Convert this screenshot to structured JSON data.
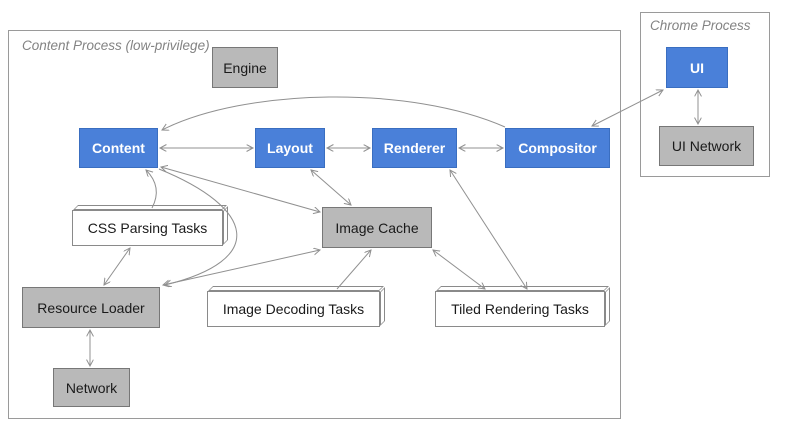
{
  "diagram": {
    "containers": {
      "content_process": {
        "label": "Content Process (low-privilege)"
      },
      "chrome_process": {
        "label": "Chrome Process"
      }
    },
    "nodes": {
      "engine": {
        "label": "Engine",
        "style": "gray"
      },
      "content": {
        "label": "Content",
        "style": "blue"
      },
      "layout": {
        "label": "Layout",
        "style": "blue"
      },
      "renderer": {
        "label": "Renderer",
        "style": "blue"
      },
      "compositor": {
        "label": "Compositor",
        "style": "blue"
      },
      "ui": {
        "label": "UI",
        "style": "blue"
      },
      "ui_network": {
        "label": "UI Network",
        "style": "gray"
      },
      "css_parsing_tasks": {
        "label": "CSS Parsing Tasks",
        "style": "task3d"
      },
      "image_cache": {
        "label": "Image Cache",
        "style": "gray"
      },
      "resource_loader": {
        "label": "Resource Loader",
        "style": "gray"
      },
      "network": {
        "label": "Network",
        "style": "gray"
      },
      "image_decoding_tasks": {
        "label": "Image Decoding Tasks",
        "style": "task3d"
      },
      "tiled_rendering_tasks": {
        "label": "Tiled Rendering Tasks",
        "style": "task3d"
      }
    },
    "edges": [
      {
        "from": "content",
        "to": "layout",
        "bidirectional": true
      },
      {
        "from": "layout",
        "to": "renderer",
        "bidirectional": true
      },
      {
        "from": "renderer",
        "to": "compositor",
        "bidirectional": true
      },
      {
        "from": "compositor",
        "to": "content",
        "bidirectional": false
      },
      {
        "from": "compositor",
        "to": "ui",
        "bidirectional": true
      },
      {
        "from": "ui",
        "to": "ui_network",
        "bidirectional": true
      },
      {
        "from": "content",
        "to": "image_cache",
        "bidirectional": true
      },
      {
        "from": "css_parsing_tasks",
        "to": "content",
        "bidirectional": false
      },
      {
        "from": "css_parsing_tasks",
        "to": "resource_loader",
        "bidirectional": true
      },
      {
        "from": "content",
        "to": "resource_loader",
        "bidirectional": false
      },
      {
        "from": "resource_loader",
        "to": "image_cache",
        "bidirectional": true
      },
      {
        "from": "resource_loader",
        "to": "network",
        "bidirectional": true
      },
      {
        "from": "image_decoding_tasks",
        "to": "image_cache",
        "bidirectional": false
      },
      {
        "from": "image_cache",
        "to": "tiled_rendering_tasks",
        "bidirectional": true
      },
      {
        "from": "renderer",
        "to": "tiled_rendering_tasks",
        "bidirectional": true
      },
      {
        "from": "layout",
        "to": "image_cache",
        "bidirectional": true
      }
    ],
    "colors": {
      "node_blue": "#4a80d9",
      "node_blue_border": "#3a6ec0",
      "node_gray": "#b9b9b9",
      "node_gray_border": "#777777",
      "task_fill": "#ffffff",
      "task_border": "#8a8a8a",
      "arrow": "#909090",
      "container_border": "#9a9a9a",
      "label_gray": "#838383"
    }
  }
}
